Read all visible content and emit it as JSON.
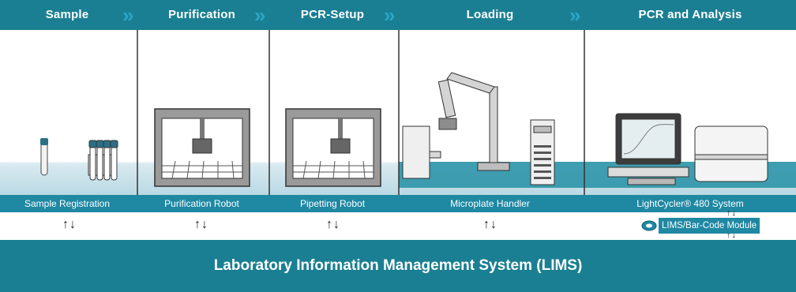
{
  "stages": [
    {
      "title": "Sample",
      "label": "Sample Registration"
    },
    {
      "title": "Purification",
      "label": "Purification Robot"
    },
    {
      "title": "PCR-Setup",
      "label": "Pipetting Robot"
    },
    {
      "title": "Loading",
      "label": "Microplate Handler"
    },
    {
      "title": "PCR and Analysis",
      "label": "LightCycler® 480 System"
    }
  ],
  "lims": {
    "title": "Laboratory Information Management System (LIMS)",
    "barcode_module": "LIMS/Bar-Code Module"
  },
  "glyphs": {
    "chevron": "»",
    "up_down_arrows": "↑↓"
  },
  "colors": {
    "header": "#1a7f92",
    "label_bar": "#1f88a3",
    "chevron": "#2aa6c8",
    "floor": "#cfe6ee"
  }
}
